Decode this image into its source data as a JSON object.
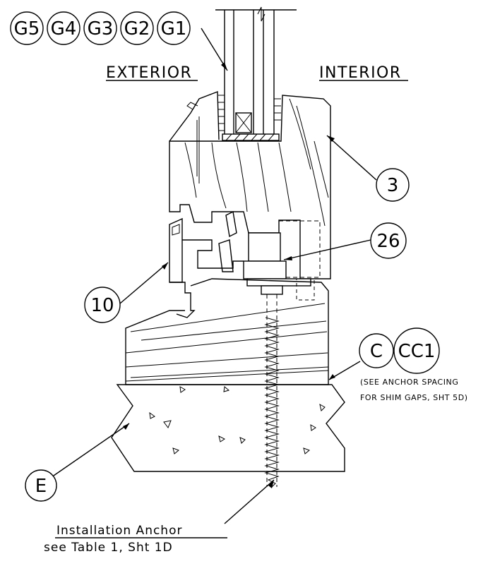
{
  "labels": {
    "exterior": "EXTERIOR",
    "interior": "INTERIOR",
    "glazing": [
      "G5",
      "G4",
      "G3",
      "G2",
      "G1"
    ],
    "frame": "3",
    "fastener": "26",
    "sill_ext": "10",
    "shim_c": "C",
    "shim_c1": "CC1",
    "substrate": "E",
    "shim_note_line1": "(SEE ANCHOR SPACING",
    "shim_note_line2": "FOR SHIM GAPS, SHT 5D)",
    "anchor_line1": "Installation Anchor",
    "anchor_line2": "see Table 1, Sht 1D"
  }
}
